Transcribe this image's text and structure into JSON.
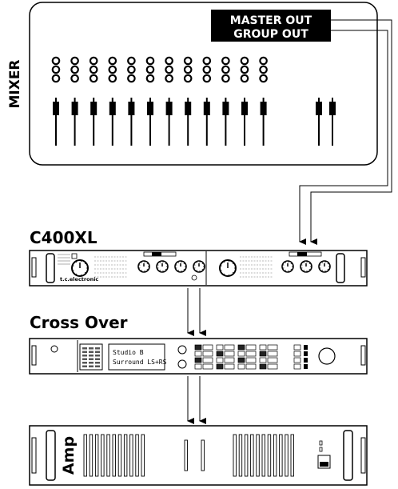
{
  "mixer": {
    "label": "MIXER",
    "out_label_1": "MASTER OUT",
    "out_label_2": "GROUP OUT",
    "channel_count": 12,
    "master_fader_count": 2
  },
  "c400xl": {
    "label": "C400XL",
    "brand": "t.c.electronic"
  },
  "crossover": {
    "label": "Cross Over",
    "display_line_1": "Studio B",
    "display_line_2": "Surround LS+RS"
  },
  "amp": {
    "label": "Amp"
  }
}
